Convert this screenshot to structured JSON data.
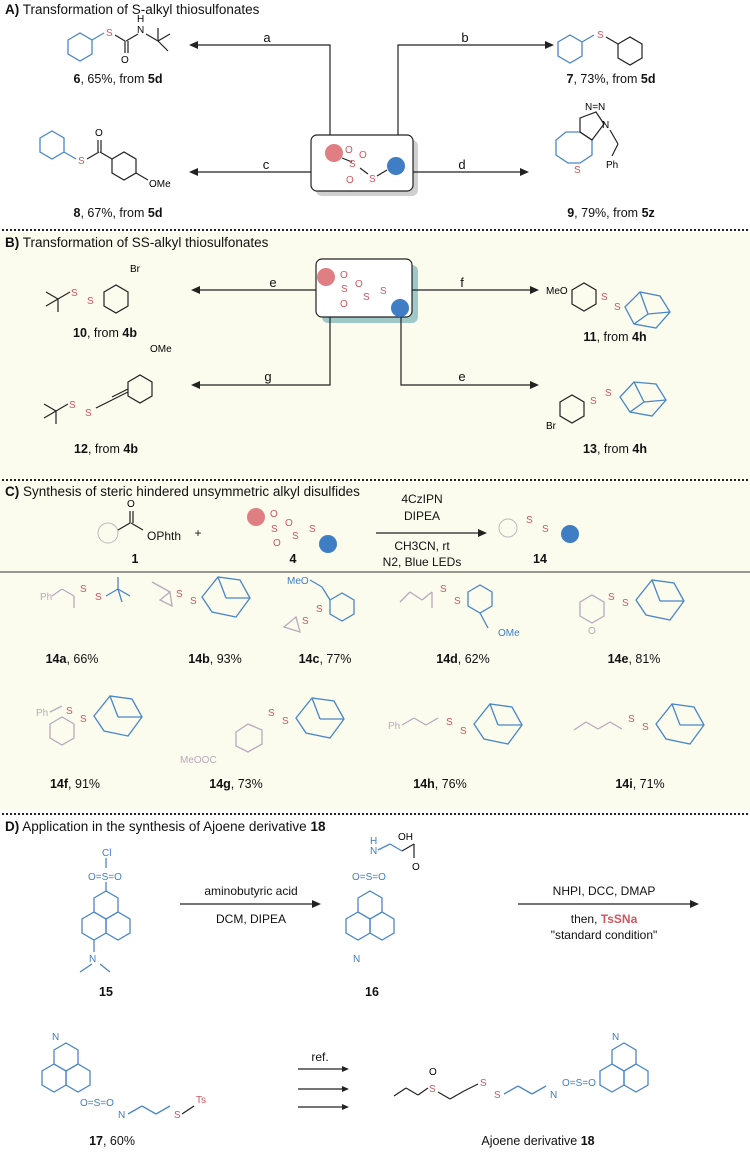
{
  "panelA": {
    "title_letter": "A)",
    "title_text": "Transformation of S-alkyl thiosulfonates",
    "arrows": [
      "a",
      "b",
      "c",
      "d"
    ],
    "labels": [
      {
        "num": "6",
        "rest": ", 65%, from ",
        "src": "5d"
      },
      {
        "num": "7",
        "rest": ", 73%, from ",
        "src": "5d"
      },
      {
        "num": "8",
        "rest": ", 67%, from ",
        "src": "5d"
      },
      {
        "num": "9",
        "rest": ", 79%, from ",
        "src": "5z"
      }
    ]
  },
  "panelB": {
    "title_letter": "B)",
    "title_text": "Transformation of SS-alkyl thiosulfonates",
    "arrows": [
      "e",
      "f",
      "g",
      "e"
    ],
    "labels": [
      {
        "num": "10",
        "rest": ", from ",
        "src": "4b"
      },
      {
        "num": "11",
        "rest": ", from ",
        "src": "4h"
      },
      {
        "num": "12",
        "rest": ", from ",
        "src": "4b"
      },
      {
        "num": "13",
        "rest": ", from ",
        "src": "4h"
      }
    ]
  },
  "panelC": {
    "title_letter": "C)",
    "title_text": "Synthesis of steric hindered unsymmetric alkyl disulfides",
    "reagent1": "4CzIPN",
    "reagent2": "DIPEA",
    "cond1": "CH3CN, rt",
    "cond2": "N2, Blue LEDs",
    "plus": "+",
    "cmpd1": "1",
    "cmpd4": "4",
    "cmpd14": "14",
    "ophth": "OPhth",
    "products": [
      {
        "num": "14a",
        "yield": ", 66%"
      },
      {
        "num": "14b",
        "yield": ", 93%"
      },
      {
        "num": "14c",
        "yield": ", 77%"
      },
      {
        "num": "14d",
        "yield": ", 62%"
      },
      {
        "num": "14e",
        "yield": ", 81%"
      },
      {
        "num": "14f",
        "yield": ", 91%"
      },
      {
        "num": "14g",
        "yield": ", 73%"
      },
      {
        "num": "14h",
        "yield": ", 76%"
      },
      {
        "num": "14i",
        "yield": ", 71%"
      }
    ]
  },
  "panelD": {
    "title_letter": "D)",
    "title_text": "Application in the synthesis of Ajoene derivative ",
    "title_num": "18",
    "step1_top": "aminobutyric acid",
    "step1_bottom": "DCM, DIPEA",
    "step2_top": "NHPI, DCC, DMAP",
    "step2_mid_prefix": "then, ",
    "step2_mid_reagent": "TsSNa",
    "step2_bottom": "\"standard condition\"",
    "step3": "ref.",
    "cmpd15": "15",
    "cmpd16": "16",
    "cmpd17_num": "17",
    "cmpd17_yield": ", 60%",
    "cmpd18_prefix": "Ajoene derivative ",
    "cmpd18_num": "18"
  },
  "atoms": {
    "S": "S",
    "O": "O",
    "N": "N",
    "H": "H",
    "OMe": "OMe",
    "MeO": "MeO",
    "Br": "Br",
    "Ph": "Ph",
    "Cl": "Cl",
    "OH": "OH",
    "Ts": "Ts",
    "MeOOC": "MeOOC",
    "NN": "N=N"
  },
  "colors": {
    "red": "#d0555f",
    "blue": "#3f7dc4",
    "panel_bg": "#fbfbee",
    "grey_struct": "#b9a9bd"
  }
}
